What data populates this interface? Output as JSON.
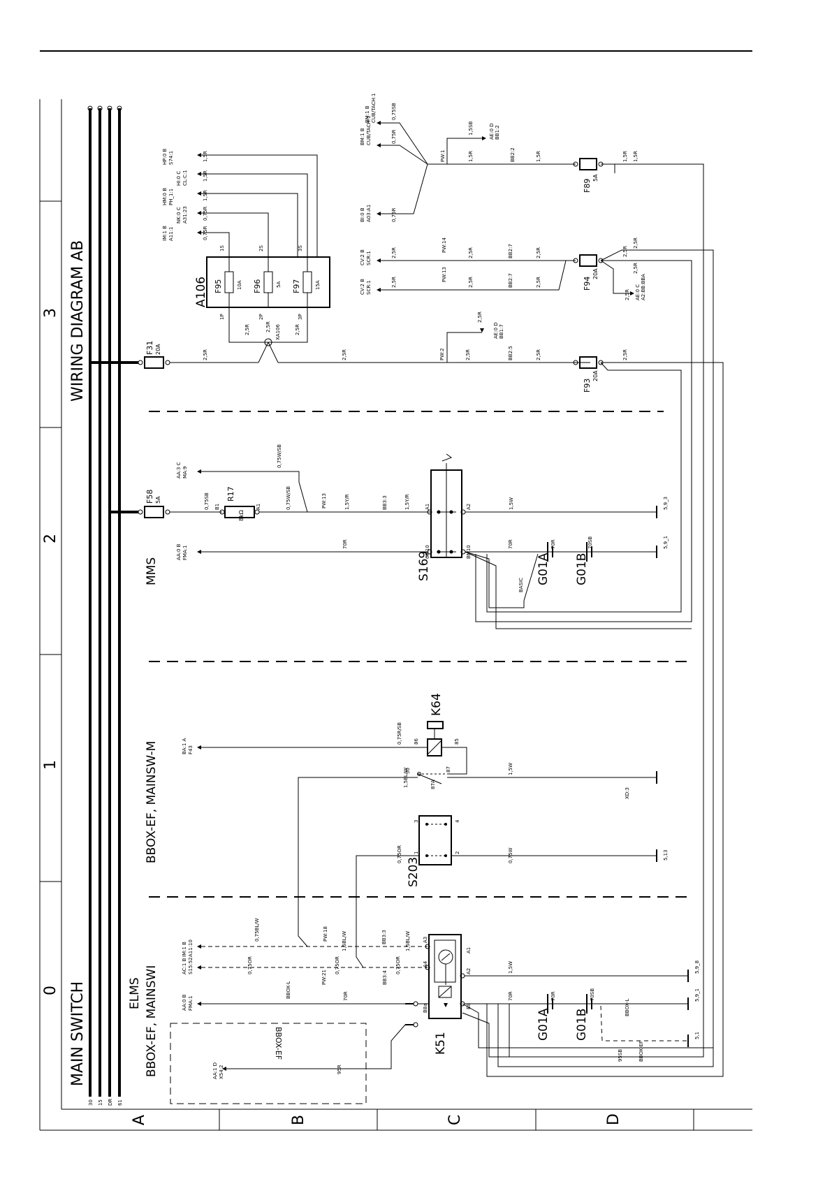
{
  "sheet": {
    "grid_cols": [
      "0",
      "1",
      "2",
      "3"
    ],
    "grid_rows": [
      "A",
      "B",
      "C",
      "D"
    ],
    "title_main": "MAIN SWITCH",
    "title_diag": "WIRING DIAGRAM AB",
    "sec_elms": "ELMS",
    "sec_bbox_mainswi": "BBOX-EF, MAINSWI",
    "sec_bbox_mainsw_m": "BBOX-EF, MAINSW-M",
    "sec_mms": "MMS",
    "bbox_ef_box": "BBOX-EF",
    "bus_labels": [
      "30",
      "15",
      "DR",
      "61"
    ]
  },
  "components": {
    "F31": {
      "name": "F31",
      "rating": "20A"
    },
    "F58": {
      "name": "F58",
      "rating": "5A"
    },
    "R17": {
      "name": "R17",
      "value": "8kΩ"
    },
    "A106": {
      "name": "A106"
    },
    "F95": {
      "name": "F95",
      "rating": "10A"
    },
    "F96": {
      "name": "F96",
      "rating": "5A"
    },
    "F97": {
      "name": "F97",
      "rating": "15A"
    },
    "F89": {
      "name": "F89",
      "rating": "5A"
    },
    "F94": {
      "name": "F94",
      "rating": "20A"
    },
    "F93": {
      "name": "F93",
      "rating": "20A"
    },
    "S169": {
      "name": "S169"
    },
    "K64": {
      "name": "K64"
    },
    "S203": {
      "name": "S203"
    },
    "K51": {
      "name": "K51"
    },
    "G01A_top": {
      "name": "G01A"
    },
    "G01B_top": {
      "name": "G01B"
    },
    "G01A_bot": {
      "name": "G01A"
    },
    "G01B_bot": {
      "name": "G01B"
    }
  },
  "connectors": {
    "hp0b": [
      "HP:0 B",
      "S74:1"
    ],
    "hi0c": [
      "HI:0 C",
      "CL:C:1"
    ],
    "hm0b": [
      "HM:0 B",
      "PH_1:1"
    ],
    "nk0c": [
      "NK:0 C",
      "A31:23"
    ],
    "im1b_top": [
      "IM:1 B",
      "A11:1"
    ],
    "bm1b_a": [
      "BM:1 B",
      "CUB/TACH:1"
    ],
    "bm1b_b": [
      "BM:1 B",
      "CUB/TACH:1"
    ],
    "bi0b": [
      "BI:0 B",
      "A03:A1"
    ],
    "ae0d_top": [
      "AE:0 D",
      "BB1:2"
    ],
    "cv2b_a": [
      "CV:2 B",
      "SCR:1"
    ],
    "cv2b_b": [
      "CV:2 B",
      "SCR:1"
    ],
    "ae0d_mid": [
      "AE:0 D",
      "BB1:7"
    ],
    "ae0c": [
      "AE:0 C",
      "A2:BB:BBA"
    ],
    "aa3c": [
      "AA:3 C",
      "MA:9"
    ],
    "aa0b_mms": [
      "AA:0 B",
      "FMA:1"
    ],
    "ba1a": [
      "BA:1 A",
      "F43"
    ],
    "xd3": "XD:3",
    "im1b_bot": [
      "IM:1 B",
      "A11:10"
    ],
    "ac1b": [
      "AC:1 B",
      "S15:52"
    ],
    "aa0b_elms": [
      "AA:0 B",
      "FMA:1"
    ],
    "aa1d": [
      "AA:1 D",
      "X54:2"
    ]
  },
  "wires": {
    "w25r": "2,5R",
    "w15r": "1,5R",
    "w075r": "0,75R",
    "w075sb": "0,75SB",
    "w15sb": "1,5SB",
    "w075wsb": "0,75W/SB",
    "w15yr": "1,5Y/R",
    "w70r": "70R",
    "w15w": "1,5W",
    "w70sb": "70SB",
    "w075rsb": "0,75R/SB",
    "w15blw": "1,5BL/W",
    "w075or": "0,75OR",
    "w075w": "0,75W",
    "w075blw": "0,75BL/W",
    "w95r": "95R",
    "w95sb": "95SB",
    "basic": "BASIC",
    "bboxl": "BBOX-L",
    "bboxef_small": "BBOX-EF"
  },
  "nodes": {
    "pw1": "PW:1",
    "pw2": "PW:2",
    "pw13": "PW:13",
    "pw14": "PW:14",
    "pw13b": "PW:13",
    "pw18": "PW:18",
    "pw21": "PW:21",
    "bb2_2": "BB2:2",
    "bb2_7a": "BB2:7",
    "bb2_7b": "BB2:7",
    "bb2_5": "BB2:5",
    "bb3_3a": "BB3:3",
    "bb3_3b": "BB3:3",
    "bb3_4": "BB3:4",
    "xa106": "XA106"
  },
  "grounds": {
    "g59_3": "5,9_3",
    "g59_1a": "5,9_1",
    "g513": "5,13",
    "g59_8": "5,9_8",
    "g59_1b": "5,9_1",
    "g51": "5,1"
  },
  "pins": {
    "p1s": "1S",
    "p2s": "2S",
    "p3s": "3S",
    "p1p": "1P",
    "p2p": "2P",
    "p3p": "3P",
    "b1": "B1",
    "a1": "A1",
    "a2": "A2",
    "cm10": "CM10",
    "bm10": "BM10",
    "p86": "86",
    "p85": "85",
    "p30": "30",
    "p87": "87",
    "p87a": "87A",
    "s1": "1",
    "s2": "2",
    "s3": "3",
    "s4": "4",
    "k_a3": "A3",
    "k_a4": "A4",
    "k_a2": "A2",
    "k_a1": "A1",
    "k_b8": "B8",
    "k_b8a": "B8a"
  }
}
